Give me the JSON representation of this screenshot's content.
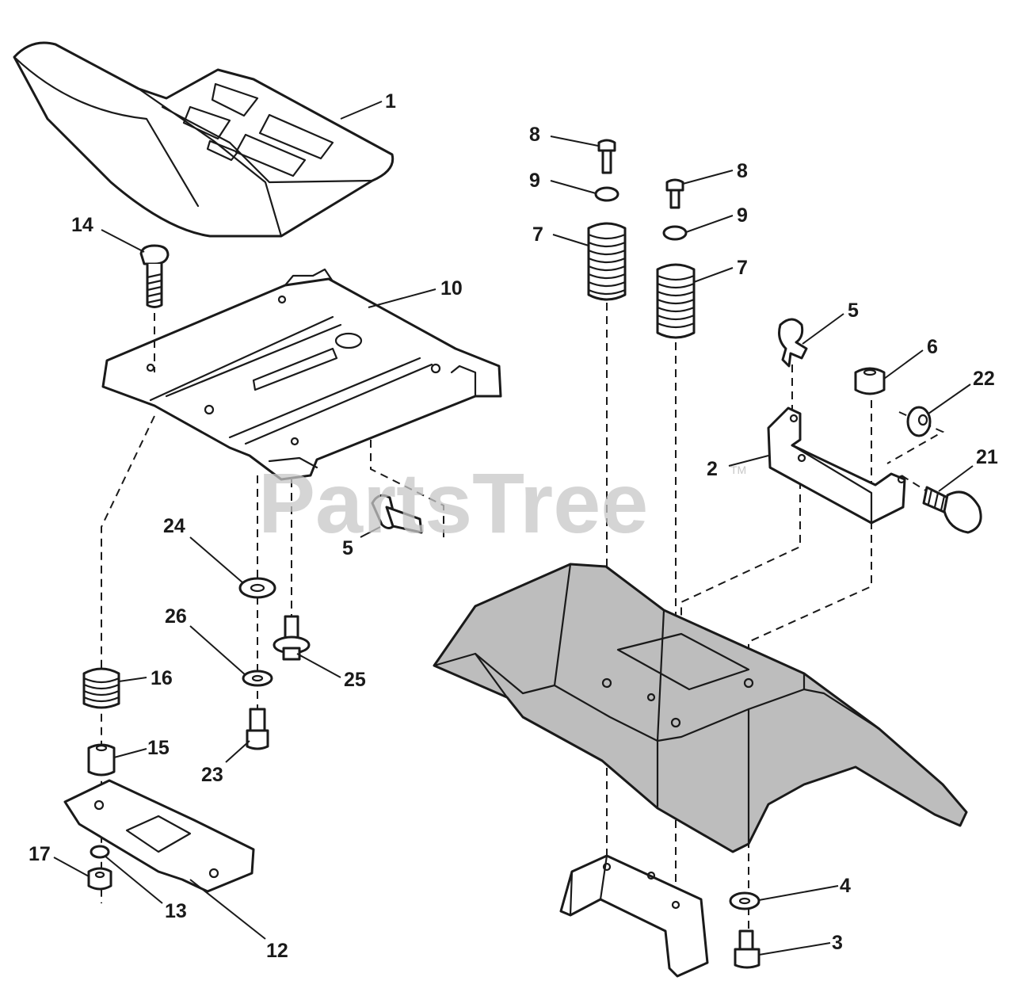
{
  "watermark": {
    "text": "PartsTree",
    "trademark": "TM"
  },
  "callouts": [
    {
      "id": "c1",
      "label": "1"
    },
    {
      "id": "c14",
      "label": "14"
    },
    {
      "id": "c10",
      "label": "10"
    },
    {
      "id": "c8a",
      "label": "8"
    },
    {
      "id": "c8b",
      "label": "8"
    },
    {
      "id": "c9a",
      "label": "9"
    },
    {
      "id": "c9b",
      "label": "9"
    },
    {
      "id": "c7a",
      "label": "7"
    },
    {
      "id": "c7b",
      "label": "7"
    },
    {
      "id": "c5a",
      "label": "5"
    },
    {
      "id": "c5b",
      "label": "5"
    },
    {
      "id": "c6",
      "label": "6"
    },
    {
      "id": "c22",
      "label": "22"
    },
    {
      "id": "c2",
      "label": "2"
    },
    {
      "id": "c21",
      "label": "21"
    },
    {
      "id": "c24",
      "label": "24"
    },
    {
      "id": "c26",
      "label": "26"
    },
    {
      "id": "c25",
      "label": "25"
    },
    {
      "id": "c16",
      "label": "16"
    },
    {
      "id": "c15",
      "label": "15"
    },
    {
      "id": "c23",
      "label": "23"
    },
    {
      "id": "c17",
      "label": "17"
    },
    {
      "id": "c13",
      "label": "13"
    },
    {
      "id": "c12",
      "label": "12"
    },
    {
      "id": "c4",
      "label": "4"
    },
    {
      "id": "c3",
      "label": "3"
    }
  ]
}
